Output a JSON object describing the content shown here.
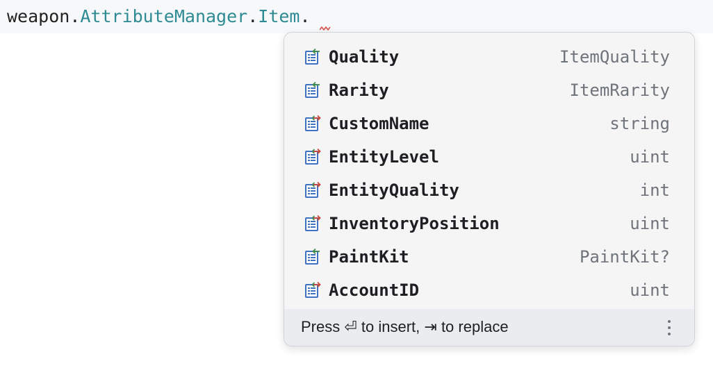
{
  "editor": {
    "receiver": "weapon",
    "dot1": ".",
    "member1": "AttributeManager",
    "dot2": ".",
    "member2": "Item",
    "dot3": "."
  },
  "completion": {
    "items": [
      {
        "name": "Quality",
        "type": "ItemQuality",
        "icon": "property-readonly-icon"
      },
      {
        "name": "Rarity",
        "type": "ItemRarity",
        "icon": "property-readonly-icon"
      },
      {
        "name": "CustomName",
        "type": "string",
        "icon": "property-readwrite-icon"
      },
      {
        "name": "EntityLevel",
        "type": "uint",
        "icon": "property-readwrite-icon"
      },
      {
        "name": "EntityQuality",
        "type": "int",
        "icon": "property-readwrite-icon"
      },
      {
        "name": "InventoryPosition",
        "type": "uint",
        "icon": "property-readwrite-icon"
      },
      {
        "name": "PaintKit",
        "type": "PaintKit?",
        "icon": "property-readonly-icon"
      },
      {
        "name": "AccountID",
        "type": "uint",
        "icon": "property-readwrite-icon"
      }
    ],
    "footer": {
      "press": "Press ",
      "insert_key": "⏎",
      "to_insert": " to insert, ",
      "replace_key": "⇥",
      "to_replace": " to replace"
    }
  },
  "colors": {
    "type_accent": "#2e8a93",
    "error_squiggle": "#d9534f",
    "icon_blue": "#3e70c4",
    "arrow_green": "#3f8a4a",
    "arrow_red": "#c74a3b"
  }
}
